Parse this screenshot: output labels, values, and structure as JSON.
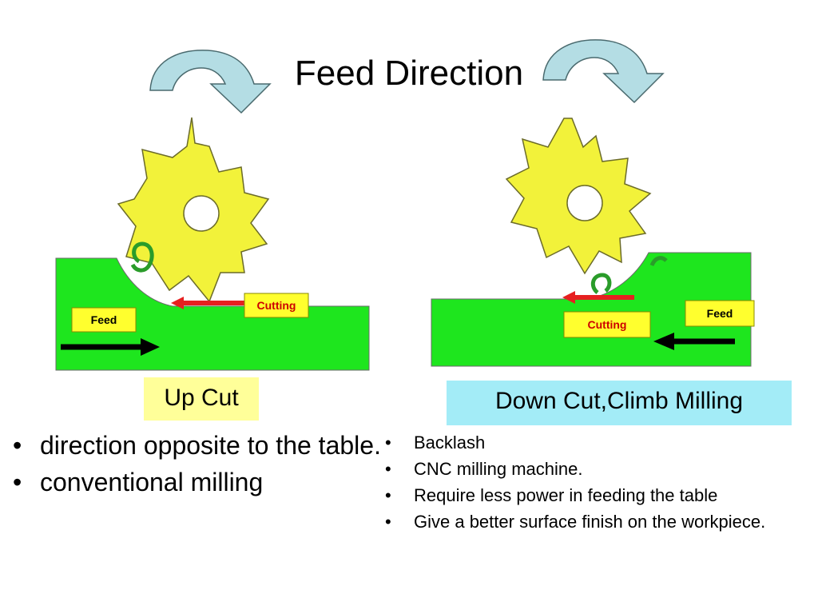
{
  "slide": {
    "title": "Feed Direction"
  },
  "left_panel": {
    "feed_label": "Feed",
    "cutting_label": "Cutting",
    "caption": "Up Cut",
    "bullets": [
      "direction opposite to the table.",
      "conventional milling"
    ]
  },
  "right_panel": {
    "feed_label": "Feed",
    "cutting_label": "Cutting",
    "caption": "Down Cut,Climb Milling",
    "bullets": [
      "Backlash",
      "CNC milling machine.",
      "Require less power in feeding the table",
      "Give a better surface finish on the workpiece."
    ]
  },
  "colors": {
    "workpiece": "#1ee61e",
    "cutter": "#f2f23a",
    "cutter_outline": "#6b6b2a",
    "curved_arrow": "#b4dde4",
    "label_box": "#ffff2e",
    "feed_arrow": "#000000",
    "cutting_arrow": "#e62020",
    "chip": "#2a9c2a",
    "up_caption_bg": "#ffff99",
    "down_caption_bg": "#a3ecf7"
  },
  "icons": [
    "curved-arrow-icon",
    "milling-cutter-icon",
    "feed-arrow-icon",
    "cutting-arrow-icon",
    "chip-curl-icon"
  ]
}
